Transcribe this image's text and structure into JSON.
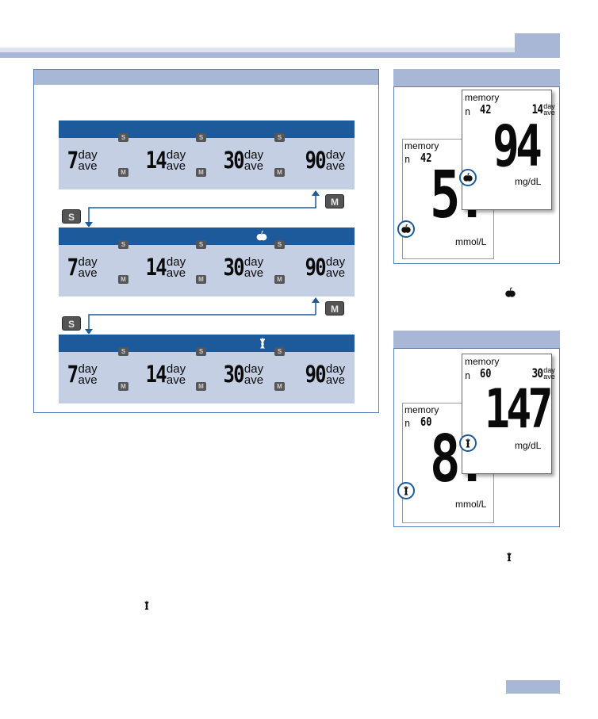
{
  "averages": [
    {
      "value": "7",
      "top": "day",
      "bottom": "ave"
    },
    {
      "value": "14",
      "top": "day",
      "bottom": "ave"
    },
    {
      "value": "30",
      "top": "day",
      "bottom": "ave"
    },
    {
      "value": "90",
      "top": "day",
      "bottom": "ave"
    }
  ],
  "buttons": {
    "s": "S",
    "m": "M"
  },
  "meal_icons": {
    "before": "apple-icon",
    "after": "apple-core-icon"
  },
  "display_before": {
    "front": {
      "memory_label": "memory",
      "n_label": "n",
      "count": "42",
      "avg_value": "14",
      "avg_top": "day",
      "avg_bottom": "ave",
      "reading": "94",
      "unit": "mg/dL"
    },
    "back": {
      "memory_label": "memory",
      "n_label": "n",
      "count": "42",
      "reading": "5.",
      "unit": "mmol/L"
    }
  },
  "display_after": {
    "front": {
      "memory_label": "memory",
      "n_label": "n",
      "count": "60",
      "avg_value": "30",
      "avg_top": "day",
      "avg_bottom": "ave",
      "reading": "147",
      "unit": "mg/dL"
    },
    "back": {
      "memory_label": "memory",
      "n_label": "n",
      "count": "60",
      "reading": "8.",
      "unit": "mmol/L"
    }
  },
  "colors": {
    "header_band": "#a9b7d6",
    "section_header": "#1c5a9b",
    "section_body": "#c4cfe4",
    "arrow": "#1c5a9b"
  }
}
